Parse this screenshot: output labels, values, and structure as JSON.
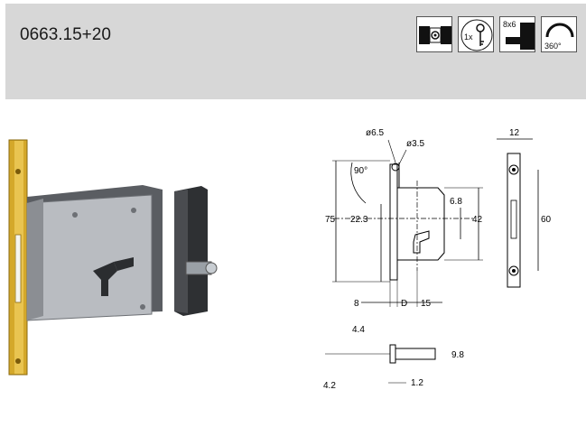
{
  "product": {
    "code": "0663.15+20"
  },
  "icons": [
    {
      "name": "bolt-square-icon"
    },
    {
      "name": "key-icon",
      "label": "1x"
    },
    {
      "name": "spindle-icon",
      "label": "8x6"
    },
    {
      "name": "rotation-icon",
      "label": "360°"
    }
  ],
  "drawing": {
    "d_65": "ø6.5",
    "d_35": "ø3.5",
    "angle": "90°",
    "h_75": "75",
    "h_223": "22.3",
    "h_68": "6.8",
    "h_42": "42",
    "w_12": "12",
    "h_60": "60",
    "w_8": "8",
    "w_D": "D",
    "w_15": "15",
    "h_44": "4.4",
    "h_98": "9.8",
    "h_42b": "4.2",
    "w_12b": "1.2"
  }
}
